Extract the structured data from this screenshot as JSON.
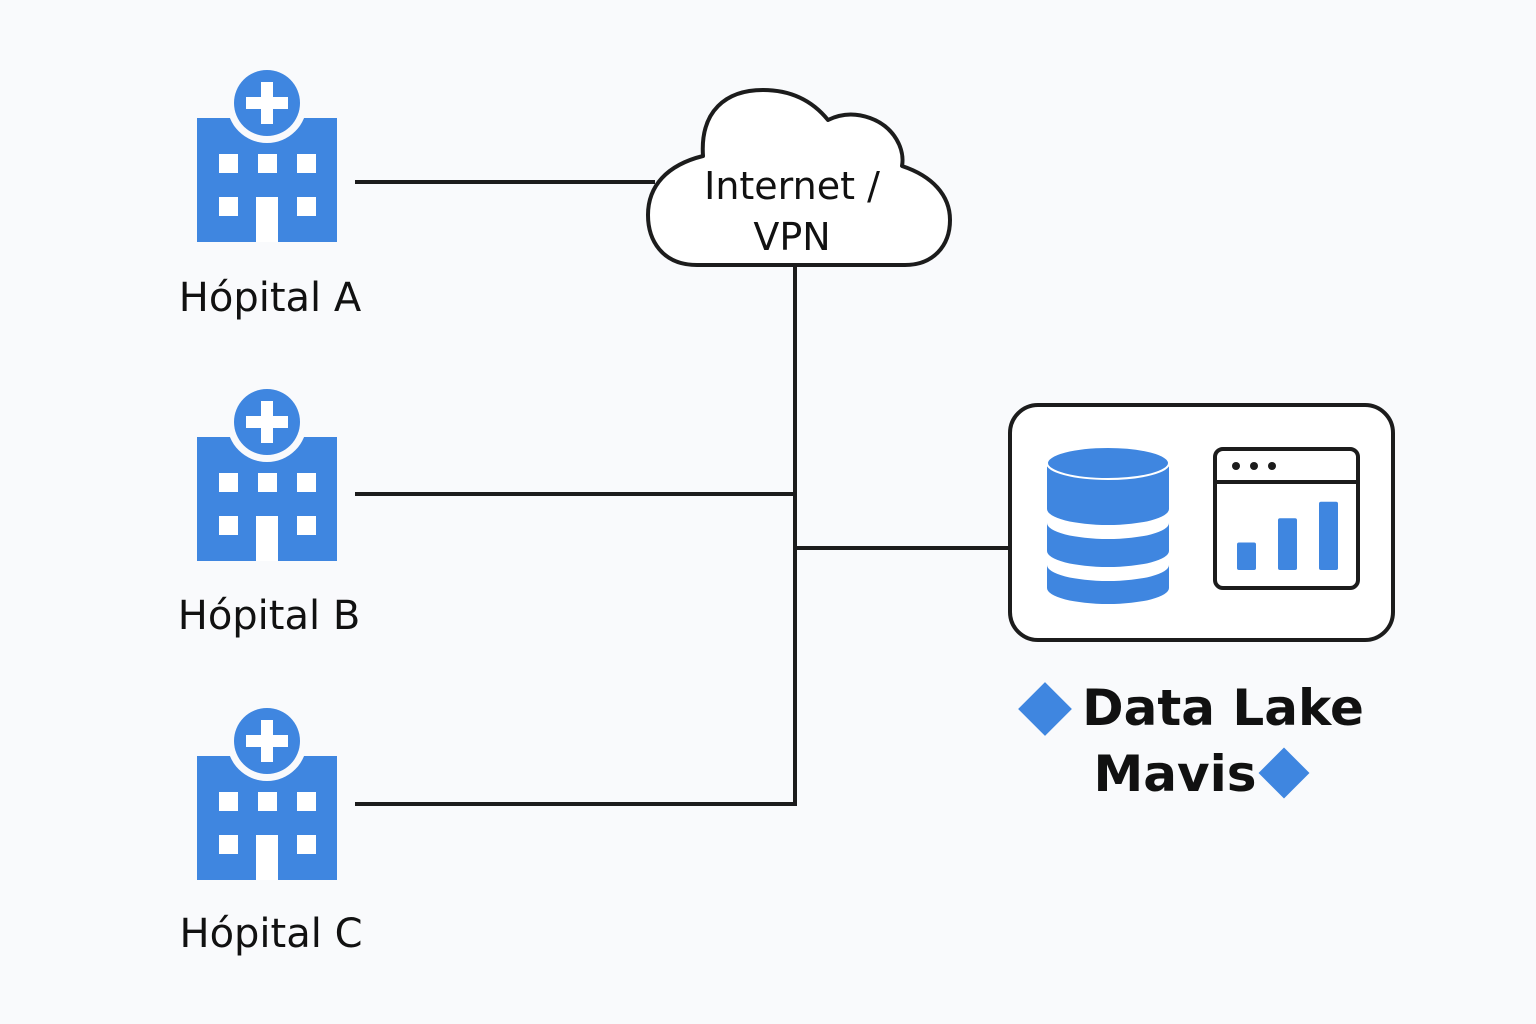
{
  "colors": {
    "accent": "#3f86e0",
    "line": "#1c1c1c",
    "background": "#f9fafc",
    "box_fill": "#ffffff"
  },
  "hospitals": [
    {
      "name": "Hópital A",
      "icon": "hospital-building-icon"
    },
    {
      "name": "Hópital B",
      "icon": "hospital-building-icon"
    },
    {
      "name": "Hópital C",
      "icon": "hospital-building-icon"
    }
  ],
  "network": {
    "line1": "Internet /",
    "line2": "VPN",
    "icon": "cloud-icon"
  },
  "data_lake": {
    "line1": "Data Lake",
    "line2": "Mavis",
    "icons": [
      "database-icon",
      "dashboard-chart-icon",
      "diamond-icon"
    ],
    "dashboard_bar_levels": [
      0.25,
      0.47,
      0.62
    ]
  }
}
